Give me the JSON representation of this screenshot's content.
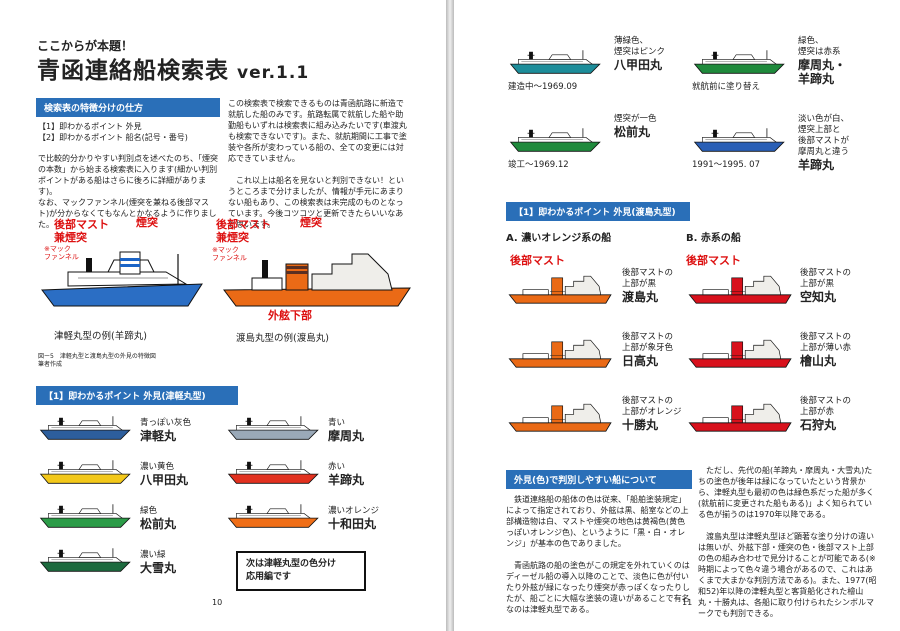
{
  "left": {
    "lead": "ここからが本題！",
    "title": "青函連絡船検索表",
    "version": "ver.1.1",
    "section_features": "検索表の特徴分けの仕方",
    "points": "【1】即わかるポイント 外見\n【2】即わかるポイント 船名(記号・番号)",
    "intro_left": "で比較的分かりやすい判別点を述べたのち、「煙突の本数」から始まる検索表に入ります(細かい判別ポイントがある船はさらに後ろに詳細があります)。\nなお、マックファンネル(煙突を兼ねる後部マスト)が分からなくてもなんとかなるように作りました。",
    "intro_right": "この検索表で検索できるものは青函航路に新造で就航した船のみです。航路転属で就航した船や助勤船もいずれは検索表に組み込みたいです(車渡丸も検索できないです)。また、就航期間に工事で塗装や各所が変わっている船の、全ての変更には対応できていません。\n\n　これ以上は船名を見ないと判別できない！というところまで分けましたが、情報が手元にあまりない船もあり、この検索表は未完成のものとなっています。今後コツコツと更新できたらいいなあと思います。",
    "diagram": {
      "mast_label": "後部マスト\n兼煙突",
      "mac_note": "※マック\nファンネル",
      "funnel_label": "煙突",
      "mast_label2": "後部マスト\n兼煙突",
      "mac_note2": "※マック\nファンネル",
      "funnel_label2": "煙突",
      "hull_label": "外舷下部",
      "caption_a": "津軽丸型の例(羊蹄丸)",
      "caption_b": "渡島丸型の例(渡島丸)",
      "figure_note": "図ー5　津軽丸型と渡島丸型の外見の特徴図\n筆者作成"
    },
    "section_tsugaru": "【1】即わかるポイント 外見(津軽丸型)",
    "ships": [
      {
        "desc": "青っぽい灰色",
        "name": "津軽丸",
        "hull": "#2d5e9c",
        "band": "#1c3c6e"
      },
      {
        "desc": "青い",
        "name": "摩周丸",
        "hull": "#9aa9b8",
        "band": "#1c63c4"
      },
      {
        "desc": "濃い黄色",
        "name": "八甲田丸",
        "hull": "#f3c81a",
        "band": "#8a7a2a"
      },
      {
        "desc": "赤い",
        "name": "羊蹄丸",
        "hull": "#e2311f",
        "band": "#5a2f22"
      },
      {
        "desc": "緑色",
        "name": "松前丸",
        "hull": "#2c9c48",
        "band": "#333333"
      },
      {
        "desc": "濃いオレンジ",
        "name": "十和田丸",
        "hull": "#ef6e17",
        "band": "#7a4a25"
      },
      {
        "desc": "濃い緑",
        "name": "大雪丸",
        "hull": "#1d6a3e",
        "band": "#2a5d48"
      }
    ],
    "note_box": "次は津軽丸型の色分け\n応用編です",
    "page_number": "10"
  },
  "right": {
    "top_ships": [
      {
        "desc": "薄緑色、\n煙突はピンク",
        "name": "八甲田丸",
        "caption": "建造中〜1969.09",
        "hull": "#ffffff",
        "line": "#1d8d9a"
      },
      {
        "desc": "緑色、\n煙突は赤系",
        "name": "摩周丸・\n羊蹄丸",
        "caption": "就航前に塗り替え",
        "hull": "#ffffff",
        "line": "#1f8a3c"
      },
      {
        "desc": "煙突が一色",
        "name": "松前丸",
        "caption": "竣工〜1969.12",
        "hull": "#ffffff",
        "line": "#1f8a3c"
      },
      {
        "desc": "淡い色が白、\n煙突上部と\n後部マストが\n摩周丸と違う",
        "name": "羊蹄丸",
        "caption": "1991〜1995. 07",
        "hull": "#ffffff",
        "line": "#2a5fb6"
      }
    ],
    "section_oshima": "【1】即わかるポイント 外見(渡島丸型)",
    "group_a": "A. 濃いオレンジ系の船",
    "group_b": "B. 赤系の船",
    "mast_label": "後部マスト",
    "mast_label_b": "後部マスト",
    "oshima_a": [
      {
        "desc": "後部マストの\n上部が黒",
        "name": "渡島丸",
        "hull": "#ea6a16",
        "top": "#111111"
      },
      {
        "desc": "後部マストの\n上部が象牙色",
        "name": "日高丸",
        "hull": "#ea6a16",
        "top": "#e9dcbc"
      },
      {
        "desc": "後部マストの\n上部がオレンジ",
        "name": "十勝丸",
        "hull": "#ea6a16",
        "top": "#ea6a16"
      }
    ],
    "oshima_b": [
      {
        "desc": "後部マストの\n上部が黒",
        "name": "空知丸",
        "hull": "#d8111c",
        "top": "#111111"
      },
      {
        "desc": "後部マストの\n上部が薄い赤",
        "name": "檜山丸",
        "hull": "#d8111c",
        "top": "#f29b9b"
      },
      {
        "desc": "後部マストの\n上部が赤",
        "name": "石狩丸",
        "hull": "#d8111c",
        "top": "#d8111c"
      }
    ],
    "section_color": "外見(色)で判別しやすい船について",
    "body_left": "　鉄道連絡船の船体の色は従来、「船舶塗装規定」によって指定されており、外舷は黒、船室などの上部構造物は白、マストや煙突の地色は黄褐色(黄色っぽいオレンジ色)、というように「黒・白・オレンジ」が基本の色でありました。\n\n　青函航路の船の塗色がこの規定を外れていくのはディーゼル船の導入以降のことで、淡色に色が付いたり外舷が緑になったり煙突が赤っぽくなったりしたが、船ごとに大幅な塗装の違いがあることで有名なのは津軽丸型である。",
    "body_right": "　ただし、先代の船(羊蹄丸・摩周丸・大雪丸)たちの塗色が後年は緑になっていたという背景から、津軽丸型も最初の色は緑色系だった船が多く(就航前に変更された船もある)」よく知られている色が揃うのは1970年以降である。\n\n　渡島丸型は津軽丸型ほど顕著な塗り分けの違いは無いが、外舷下部・煙突の色・後部マスト上部の色の組み合わせで見分けることが可能である(※時期によって色々違う場合があるので、これはあくまで大まかな判別方法である)。また、1977(昭和52)年以降の津軽丸型と客貨船化された檜山丸・十勝丸は、各船に取り付けられたシンボルマークでも判別できる。",
    "page_number": "11"
  }
}
